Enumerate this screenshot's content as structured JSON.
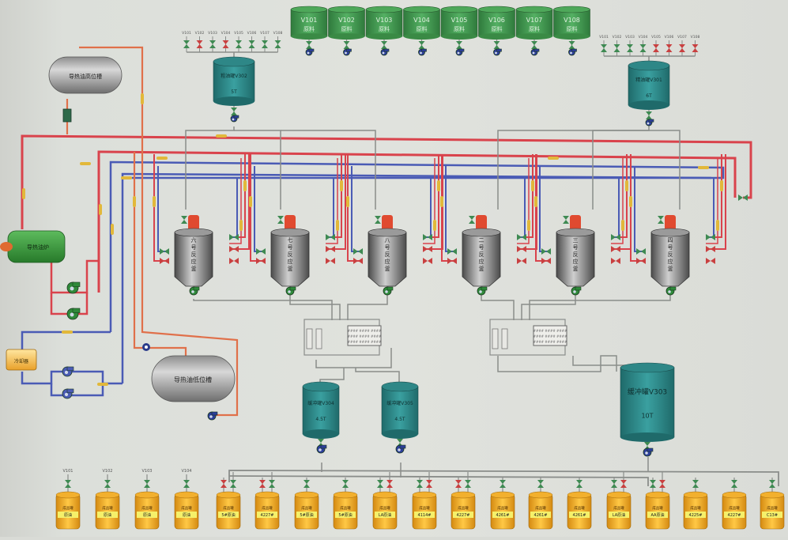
{
  "diagram": {
    "type": "process-flow-PID",
    "colors": {
      "hot_supply": "#d9434c",
      "hot_return": "#e0704a",
      "cool": "#4a5bb5",
      "process": "#8a8d8a",
      "valve_open": "#3e8a52",
      "valve_closed": "#c94040",
      "arrow": "#e2b83a"
    }
  },
  "raw_tanks": [
    {
      "id": "V101",
      "name": "原料"
    },
    {
      "id": "V102",
      "name": "原料"
    },
    {
      "id": "V103",
      "name": "原料"
    },
    {
      "id": "V104",
      "name": "原料"
    },
    {
      "id": "V105",
      "name": "原料"
    },
    {
      "id": "V106",
      "name": "原料"
    },
    {
      "id": "V107",
      "name": "原料"
    },
    {
      "id": "V108",
      "name": "原料"
    }
  ],
  "feed_tanks": [
    {
      "label": "粗油罐V302",
      "capacity": "5T",
      "valve_labels": [
        "V101",
        "V102",
        "V103",
        "V104",
        "V105",
        "V106",
        "V107",
        "V108"
      ],
      "valve_states": [
        "open",
        "closed",
        "open",
        "closed",
        "open",
        "open",
        "open",
        "open"
      ]
    },
    {
      "label": "精油罐V301",
      "capacity": "6T",
      "valve_labels": [
        "V101",
        "V102",
        "V103",
        "V104",
        "V105",
        "V106",
        "V107",
        "V108"
      ],
      "valve_states": [
        "open",
        "open",
        "open",
        "open",
        "closed",
        "closed",
        "closed",
        "closed"
      ]
    }
  ],
  "expansion_tank": {
    "label": "导热油高位槽"
  },
  "storage_tank": {
    "label": "导热油低位槽"
  },
  "heater": {
    "label": "导热油炉"
  },
  "cooler": {
    "label": "冷却器"
  },
  "reactors": [
    {
      "label": "六号反应釜"
    },
    {
      "label": "七号反应釜"
    },
    {
      "label": "八号反应釜"
    },
    {
      "label": "二号反应釜"
    },
    {
      "label": "三号反应釜"
    },
    {
      "label": "四号反应釜"
    }
  ],
  "filter_panels": [
    {
      "rows": [
        "#### #### ####",
        "#### #### ####",
        "#### #### ####"
      ]
    },
    {
      "rows": [
        "#### #### ####",
        "#### #### ####",
        "#### #### ####"
      ]
    }
  ],
  "buffer_tanks": [
    {
      "label": "缓冲罐V304",
      "capacity": "4.5T"
    },
    {
      "label": "缓冲罐V305",
      "capacity": "4.5T"
    },
    {
      "label": "缓冲罐V303",
      "capacity": "10T"
    }
  ],
  "product_tanks": [
    {
      "top": "V101",
      "title": "成品罐",
      "tag": "原油",
      "valves": [
        "open"
      ]
    },
    {
      "top": "V102",
      "title": "成品罐",
      "tag": "原油",
      "valves": [
        "open"
      ]
    },
    {
      "top": "V103",
      "title": "成品罐",
      "tag": "原油",
      "valves": [
        "open"
      ]
    },
    {
      "top": "V104",
      "title": "成品罐",
      "tag": "原油",
      "valves": [
        "open"
      ]
    },
    {
      "top": "",
      "title": "成品罐",
      "tag": "5#原油",
      "valves": [
        "closed",
        "open"
      ]
    },
    {
      "top": "",
      "title": "成品罐",
      "tag": "4227#",
      "valves": [
        "closed",
        "open"
      ]
    },
    {
      "top": "",
      "title": "成品罐",
      "tag": "5#原油",
      "valves": [
        "open"
      ]
    },
    {
      "top": "",
      "title": "成品罐",
      "tag": "5#原油",
      "valves": [
        "open"
      ]
    },
    {
      "top": "",
      "title": "成品罐",
      "tag": "LA原油",
      "valves": [
        "open",
        "closed"
      ]
    },
    {
      "top": "",
      "title": "成品罐",
      "tag": "4114#",
      "valves": [
        "open",
        "closed"
      ]
    },
    {
      "top": "",
      "title": "成品罐",
      "tag": "4227#",
      "valves": [
        "closed",
        "open"
      ]
    },
    {
      "top": "",
      "title": "成品罐",
      "tag": "4261#",
      "valves": [
        "open"
      ]
    },
    {
      "top": "",
      "title": "成品罐",
      "tag": "4261#",
      "valves": [
        "open"
      ]
    },
    {
      "top": "",
      "title": "成品罐",
      "tag": "4261#",
      "valves": [
        "open"
      ]
    },
    {
      "top": "",
      "title": "成品罐",
      "tag": "LA原油",
      "valves": [
        "open",
        "closed"
      ]
    },
    {
      "top": "",
      "title": "成品罐",
      "tag": "AA原油",
      "valves": [
        "open",
        "closed"
      ]
    },
    {
      "top": "",
      "title": "成品罐",
      "tag": "4225#",
      "valves": [
        "open"
      ]
    },
    {
      "top": "",
      "title": "成品罐",
      "tag": "4227#",
      "valves": [
        "open"
      ]
    },
    {
      "top": "",
      "title": "成品罐",
      "tag": "C13#",
      "valves": [
        "open"
      ]
    }
  ]
}
